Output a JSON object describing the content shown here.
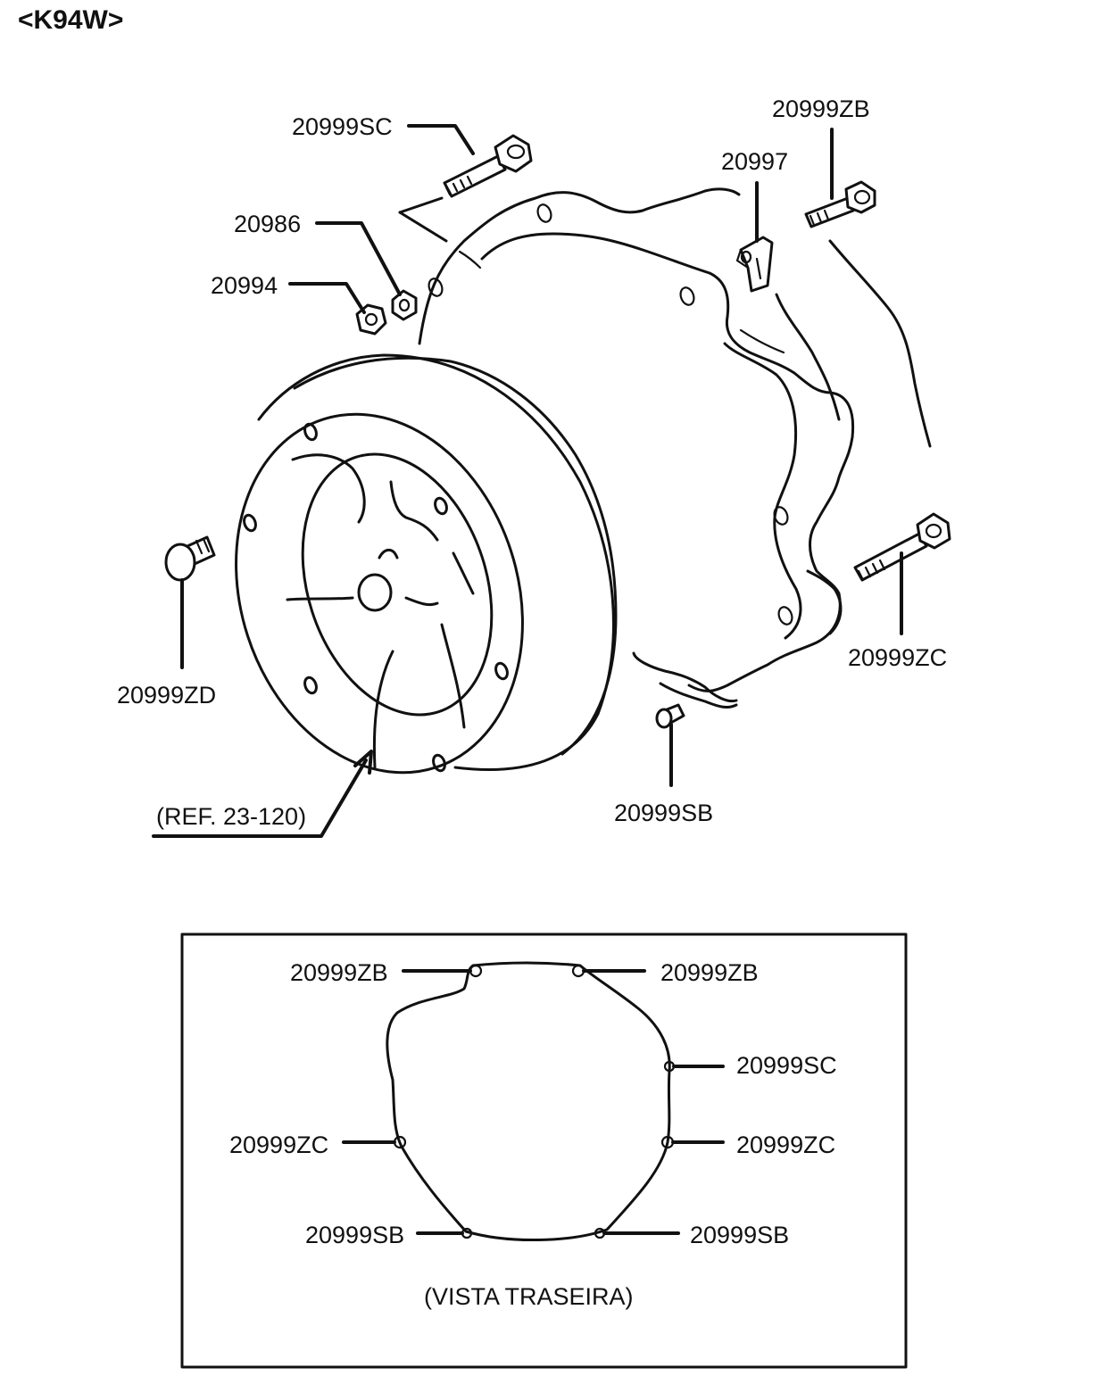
{
  "title": "<K94W>",
  "labels": {
    "sc_top": "20999SC",
    "zb_top": "20999ZB",
    "p20997": "20997",
    "p20986": "20986",
    "p20994": "20994",
    "zd": "20999ZD",
    "zc_right": "20999ZC",
    "sb_bottom": "20999SB",
    "ref": "(REF. 23-120)"
  },
  "rear_view": {
    "caption": "(VISTA TRASEIRA)",
    "zb_left": "20999ZB",
    "zb_right": "20999ZB",
    "sc_right": "20999SC",
    "zc_left": "20999ZC",
    "zc_right": "20999ZC",
    "sb_left": "20999SB",
    "sb_right": "20999SB"
  }
}
